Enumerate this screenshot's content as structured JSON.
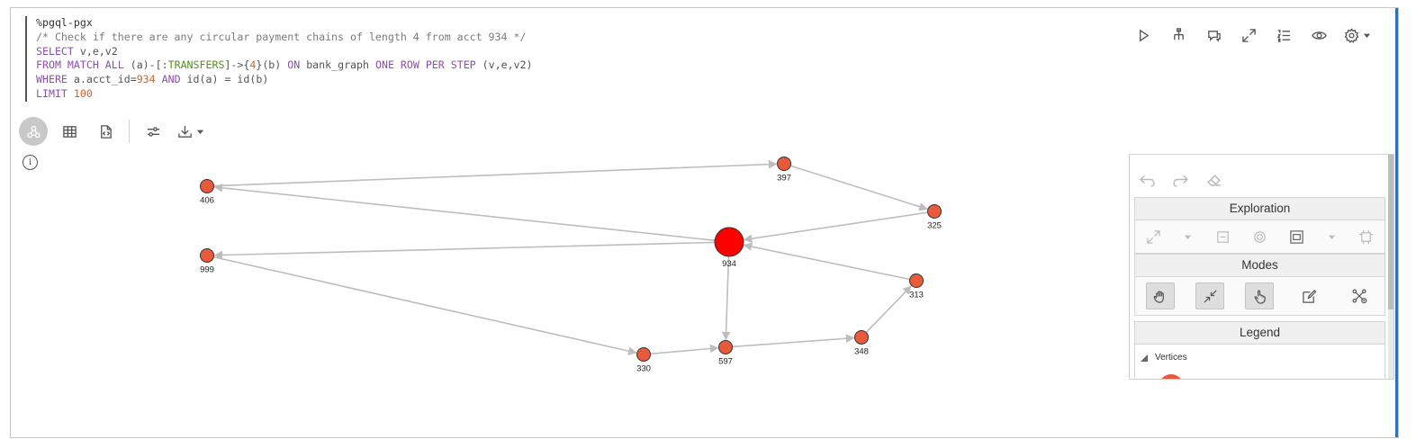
{
  "code": {
    "lines": [
      [
        {
          "t": "%pgql-pgx",
          "c": "meta"
        }
      ],
      [
        {
          "t": "/* Check if there are any circular payment chains of length 4 from acct 934 */",
          "c": "comment"
        }
      ],
      [
        {
          "t": "SELECT",
          "c": "kw"
        },
        {
          "t": " v,e,v2",
          "c": "op"
        }
      ],
      [
        {
          "t": "FROM MATCH ALL",
          "c": "kw"
        },
        {
          "t": " (a)-[:",
          "c": "op"
        },
        {
          "t": "TRANSFERS",
          "c": "lit"
        },
        {
          "t": "]->{",
          "c": "op"
        },
        {
          "t": "4",
          "c": "num"
        },
        {
          "t": "}(b) ",
          "c": "op"
        },
        {
          "t": "ON",
          "c": "kw"
        },
        {
          "t": " bank_graph ",
          "c": "op"
        },
        {
          "t": "ONE ROW PER STEP",
          "c": "kw"
        },
        {
          "t": " (v,e,v2)",
          "c": "op"
        }
      ],
      [
        {
          "t": "WHERE",
          "c": "kw"
        },
        {
          "t": " a.acct_id=",
          "c": "op"
        },
        {
          "t": "934",
          "c": "num"
        },
        {
          "t": " ",
          "c": "op"
        },
        {
          "t": "AND",
          "c": "kw"
        },
        {
          "t": " id(a) = id(b)",
          "c": "op"
        }
      ],
      [
        {
          "t": "LIMIT",
          "c": "kw"
        },
        {
          "t": " ",
          "c": "op"
        },
        {
          "t": "100",
          "c": "num"
        }
      ]
    ]
  },
  "toolbar": {
    "buttons": [
      "run-icon",
      "hierarchy-icon",
      "comments-icon",
      "expand-icon",
      "list-numbered-icon",
      "visibility-icon",
      "settings-icon"
    ]
  },
  "viewbar": {
    "buttons": [
      "graph-view-icon",
      "table-view-icon",
      "code-view-icon",
      "settings-sliders-icon",
      "download-icon"
    ]
  },
  "info_icon": "i",
  "graph": {
    "node_color": "#e85a3a",
    "highlight_color": "#ff0000",
    "edge_color": "#bdbdbd",
    "nodes": [
      {
        "id": "406",
        "label": "406"
      },
      {
        "id": "397",
        "label": "397"
      },
      {
        "id": "325",
        "label": "325"
      },
      {
        "id": "999",
        "label": "999"
      },
      {
        "id": "934",
        "label": "934",
        "highlight": true
      },
      {
        "id": "313",
        "label": "313"
      },
      {
        "id": "330",
        "label": "330"
      },
      {
        "id": "597",
        "label": "597"
      },
      {
        "id": "348",
        "label": "348"
      }
    ],
    "edges": [
      [
        "406",
        "397"
      ],
      [
        "397",
        "325"
      ],
      [
        "325",
        "934"
      ],
      [
        "934",
        "406"
      ],
      [
        "934",
        "999"
      ],
      [
        "999",
        "330"
      ],
      [
        "330",
        "597"
      ],
      [
        "597",
        "348"
      ],
      [
        "348",
        "313"
      ],
      [
        "313",
        "934"
      ],
      [
        "934",
        "597"
      ]
    ]
  },
  "panel": {
    "exploration_title": "Exploration",
    "modes_title": "Modes",
    "legend_title": "Legend",
    "vertices_label": "Vertices"
  }
}
